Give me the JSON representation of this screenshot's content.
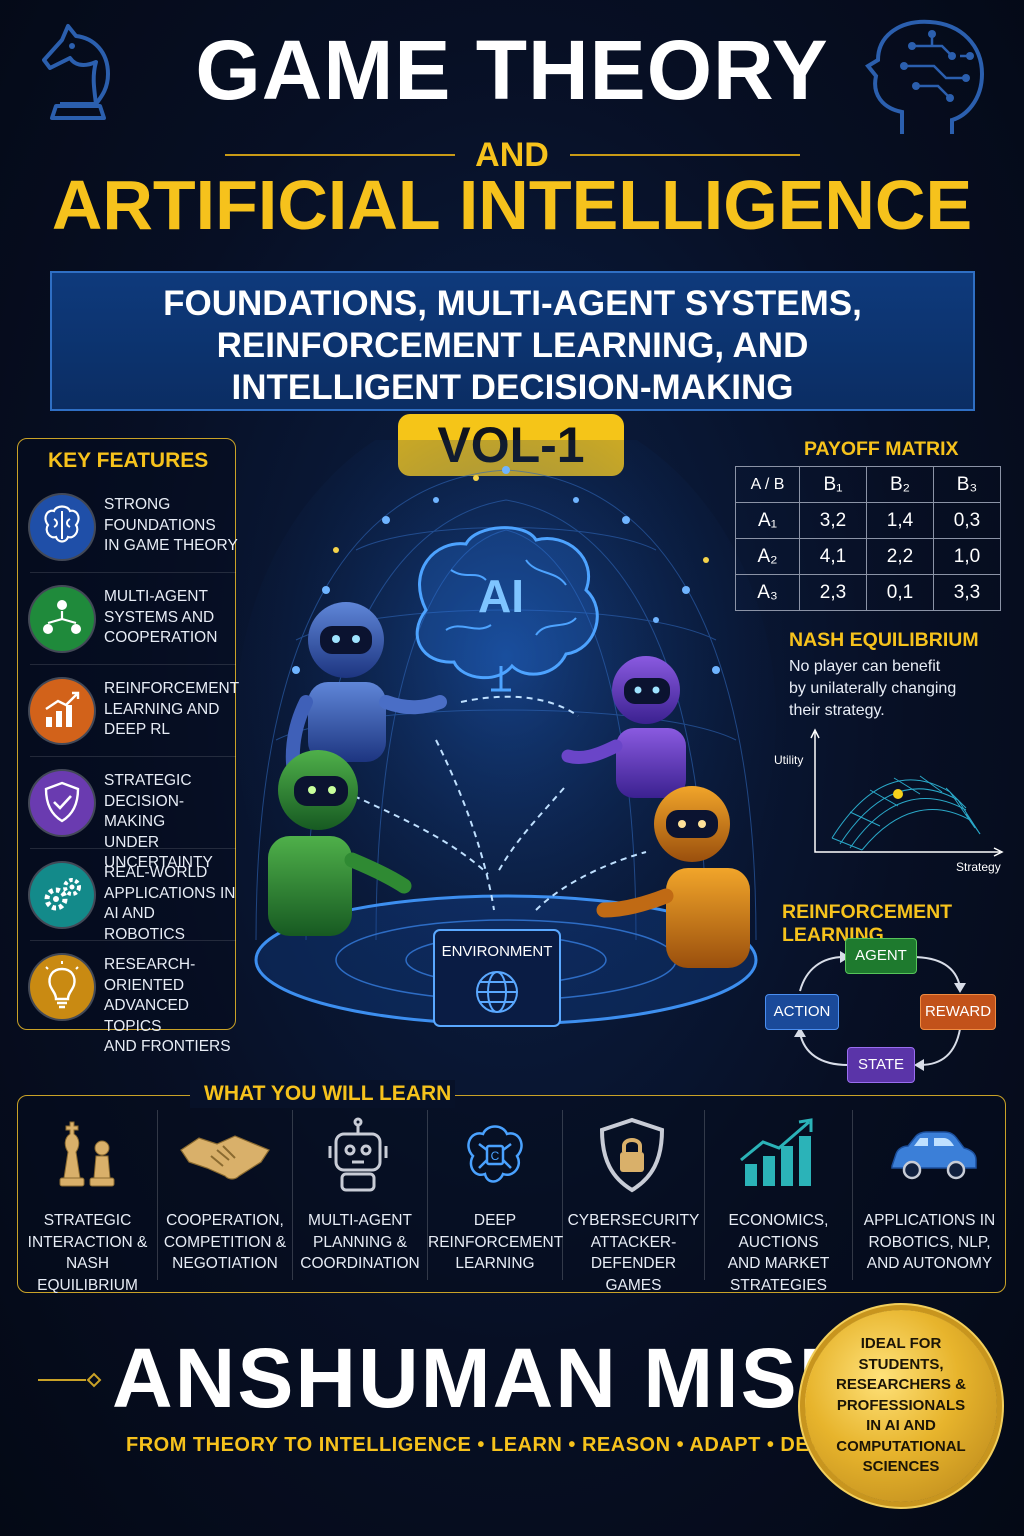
{
  "title_line1": "GAME THEORY",
  "title_and": "AND",
  "title_line2": "ARTIFICIAL INTELLIGENCE",
  "subtitle_lines": [
    "FOUNDATIONS, MULTI-AGENT SYSTEMS,",
    "REINFORCEMENT LEARNING, AND",
    "INTELLIGENT DECISION-MAKING"
  ],
  "volume": "VOL-1",
  "key_features": {
    "title": "KEY FEATURES",
    "items": [
      {
        "line1": "STRONG",
        "line2": "FOUNDATIONS",
        "line3": "IN GAME THEORY",
        "icon": "brain-icon",
        "color": "#1f4fa8"
      },
      {
        "line1": "MULTI-AGENT",
        "line2": "SYSTEMS AND",
        "line3": "COOPERATION",
        "icon": "network-icon",
        "color": "#1f8a3b"
      },
      {
        "line1": "REINFORCEMENT",
        "line2": "LEARNING AND",
        "line3": "DEEP RL",
        "icon": "growth-chart-icon",
        "color": "#d2621a"
      },
      {
        "line1": "STRATEGIC",
        "line2": "DECISION-MAKING",
        "line3": "UNDER UNCERTAINTY",
        "icon": "shield-check-icon",
        "color": "#6a3bb0"
      },
      {
        "line1": "REAL-WORLD",
        "line2": "APPLICATIONS IN",
        "line3": "AI AND ROBOTICS",
        "icon": "gears-icon",
        "color": "#138a8a"
      },
      {
        "line1": "RESEARCH-ORIENTED",
        "line2": "ADVANCED TOPICS",
        "line3": "AND FRONTIERS",
        "icon": "lightbulb-icon",
        "color": "#c98a12"
      }
    ]
  },
  "center": {
    "ai_label": "AI",
    "environment_label": "ENVIRONMENT"
  },
  "payoff_matrix": {
    "title": "PAYOFF MATRIX",
    "header": [
      "A / B",
      "B₁",
      "B₂",
      "B₃"
    ],
    "rows": [
      [
        "A₁",
        "3,2",
        "1,4",
        "0,3"
      ],
      [
        "A₂",
        "4,1",
        "2,2",
        "1,0"
      ],
      [
        "A₃",
        "2,3",
        "0,1",
        "3,3"
      ]
    ]
  },
  "nash": {
    "title": "NASH EQUILIBRIUM",
    "lines": [
      "No player can benefit",
      "by unilaterally changing",
      "their strategy."
    ],
    "y_label": "Utility",
    "x_label": "Strategy"
  },
  "rl": {
    "title": "REINFORCEMENT LEARNING",
    "agent": "AGENT",
    "reward": "REWARD",
    "state": "STATE",
    "action": "ACTION",
    "colors": {
      "agent": "#1e7a2e",
      "reward": "#c2521a",
      "state": "#5a34a8",
      "action": "#1a4a9a"
    }
  },
  "learn": {
    "title": "WHAT YOU WILL LEARN",
    "items": [
      {
        "line1": "STRATEGIC",
        "line2": "INTERACTION &",
        "line3": "NASH EQUILIBRIUM",
        "icon": "chess-pieces-icon"
      },
      {
        "line1": "COOPERATION,",
        "line2": "COMPETITION &",
        "line3": "NEGOTIATION",
        "icon": "handshake-icon"
      },
      {
        "line1": "MULTI-AGENT",
        "line2": "PLANNING &",
        "line3": "COORDINATION",
        "icon": "robot-icon"
      },
      {
        "line1": "DEEP",
        "line2": "REINFORCEMENT",
        "line3": "LEARNING",
        "icon": "circuit-brain-icon"
      },
      {
        "line1": "CYBERSECURITY",
        "line2": "ATTACKER-DEFENDER",
        "line3": "GAMES",
        "icon": "shield-lock-icon"
      },
      {
        "line1": "ECONOMICS, AUCTIONS",
        "line2": "AND MARKET",
        "line3": "STRATEGIES",
        "icon": "bar-chart-icon"
      },
      {
        "line1": "APPLICATIONS IN",
        "line2": "ROBOTICS, NLP,",
        "line3": "AND AUTONOMY",
        "icon": "car-icon"
      }
    ]
  },
  "author": "ANSHUMAN MISHRA",
  "tagline": "FROM THEORY TO INTELLIGENCE • LEARN • REASON • ADAPT • DECIDE",
  "seal_lines": [
    "IDEAL FOR",
    "STUDENTS,",
    "RESEARCHERS &",
    "PROFESSIONALS",
    "IN AI AND",
    "COMPUTATIONAL",
    "SCIENCES"
  ]
}
